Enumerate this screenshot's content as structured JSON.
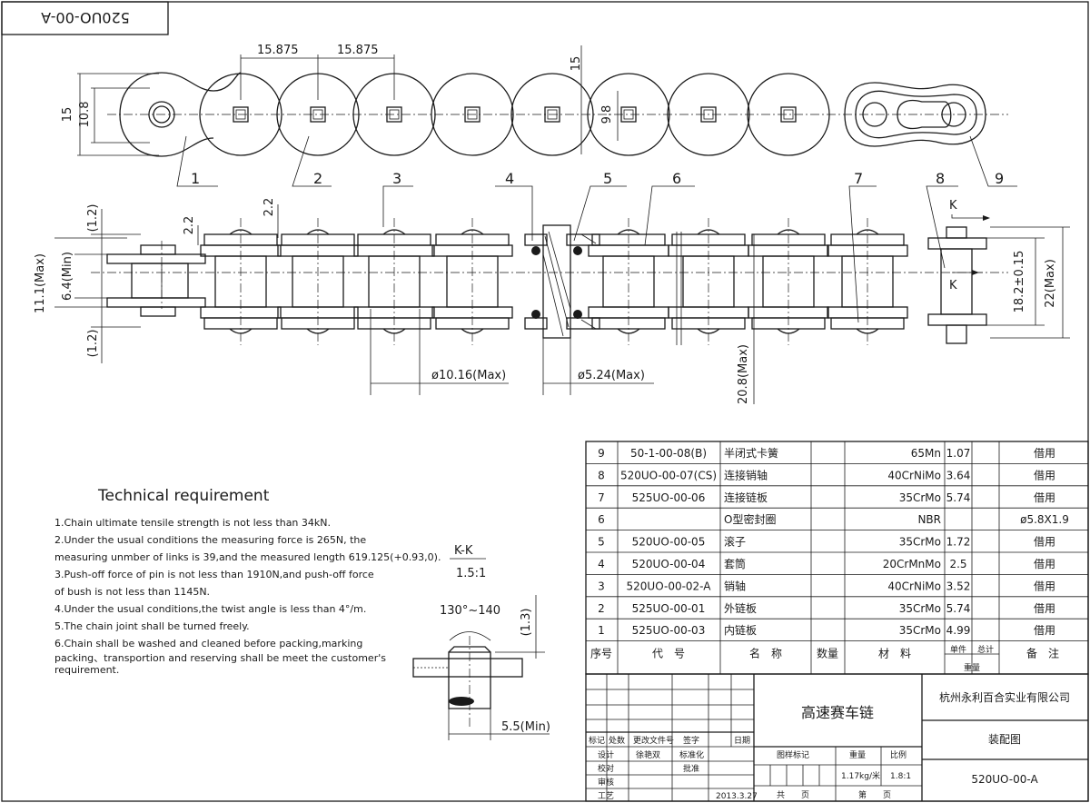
{
  "drawing_code": "520UO-00-A",
  "dimensions": {
    "pitch_a": "15.875",
    "pitch_b": "15.875",
    "plate_height": "15",
    "plate_waist": "10.8",
    "height_right": "15",
    "waist_right": "9.8",
    "gap_top": "(1.2)",
    "gap_bottom": "(1.2)",
    "width_max": "11.1(Max)",
    "inner_min": "6.4(Min)",
    "plate_thk_a": "2.2",
    "plate_thk_b": "2.2",
    "roller_dia": "ø10.16(Max)",
    "pin_dia": "ø5.24(Max)",
    "overall_a": "20.8(Max)",
    "overall_b": "18.2±0.15",
    "overall_c": "22(Max)",
    "section_mark": "K",
    "section_title": "K-K",
    "section_scale": "1.5:1",
    "rivet_angle": "130°~140",
    "rivet_h": "(1.3)",
    "rivet_min": "5.5(Min)"
  },
  "callouts": [
    "1",
    "2",
    "3",
    "4",
    "5",
    "6",
    "7",
    "8",
    "9"
  ],
  "requirements": {
    "title": "Technical requirement",
    "items": [
      "1.Chain ultimate tensile strength is not less than 34kN.",
      "2.Under the usual conditions the measuring force is 265N,  the",
      " measuring unmber of links is 39,and the measured length 619.125(+0.93,0).",
      "3.Push-off force of pin is not less than 1910N,and push-off force",
      " of bush is not less than 1145N.",
      "4.Under the usual conditions,the twist angle is less than 4°/m.",
      "5.The chain joint shall be turned freely.",
      "6.Chain shall be washed and cleaned before packing,marking",
      "  packing、transportion and reserving shall be meet the customer's",
      "  requirement."
    ]
  },
  "bom": {
    "headers": [
      "序号",
      "代　号",
      "名　称",
      "数量",
      "材　料",
      "单件",
      "总计",
      "重量",
      "备　注"
    ],
    "rows": [
      [
        "9",
        "50-1-00-08(B)",
        "半闭式卡簧",
        "",
        "65Mn",
        "1.07",
        "借用"
      ],
      [
        "8",
        "520UO-00-07(CS)",
        "连接销轴",
        "",
        "40CrNiMo",
        "3.64",
        "借用"
      ],
      [
        "7",
        "525UO-00-06",
        "连接链板",
        "",
        "35CrMo",
        "5.74",
        "借用"
      ],
      [
        "6",
        "",
        "O型密封圈",
        "",
        "NBR",
        "",
        "ø5.8X1.9"
      ],
      [
        "5",
        "520UO-00-05",
        "滚子",
        "",
        "35CrMo",
        "1.72",
        "借用"
      ],
      [
        "4",
        "520UO-00-04",
        "套筒",
        "",
        "20CrMnMo",
        "2.5",
        "借用"
      ],
      [
        "3",
        "520UO-00-02-A",
        "销轴",
        "",
        "40CrNiMo",
        "3.52",
        "借用"
      ],
      [
        "2",
        "525UO-00-01",
        "外链板",
        "",
        "35CrMo",
        "5.74",
        "借用"
      ],
      [
        "1",
        "525UO-00-03",
        "内链板",
        "",
        "35CrMo",
        "4.99",
        "借用"
      ]
    ]
  },
  "title_block": {
    "product_name": "高速赛车链",
    "company": "杭州永利百合实业有限公司",
    "drawing_type": "装配图",
    "drawing_no": "520UO-00-A",
    "rev_headers": [
      "标记",
      "处数",
      "更改文件号",
      "签字",
      "日期"
    ],
    "design_label": "设计",
    "designer": "徐艳双",
    "standard_label": "标准化",
    "check_label": "校对",
    "approve_label": "批准",
    "review_label": "审核",
    "process_label": "工艺",
    "date": "2013.3.27",
    "stage_label": "图样标记",
    "weight_label": "重量",
    "scale_label": "比例",
    "weight": "1.17kg/米",
    "scale": "1.8:1",
    "total_label": "共　　页",
    "page_label": "第　　页"
  }
}
